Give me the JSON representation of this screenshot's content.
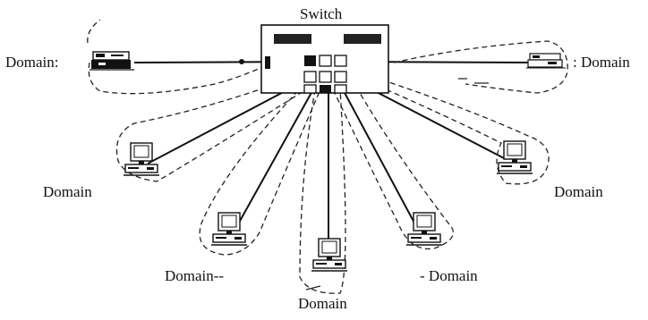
{
  "switch": {
    "label": "Switch"
  },
  "domains": [
    {
      "id": "left-server",
      "label": "Domain:"
    },
    {
      "id": "right-server",
      "label": ": Domain"
    },
    {
      "id": "pc-far-left",
      "label": "Domain"
    },
    {
      "id": "pc-mid-left",
      "label": "Domain--"
    },
    {
      "id": "pc-center",
      "label": "Domain"
    },
    {
      "id": "pc-mid-right",
      "label": "- Domain"
    },
    {
      "id": "pc-far-right",
      "label": "Domain"
    }
  ],
  "colors": {
    "line": "#111111",
    "domain_boundary": "#222222",
    "switch_port_fill": "#ffffff",
    "switch_bar_fill": "#222222"
  },
  "icons": {
    "server": "server-icon",
    "computer": "computer-icon",
    "switch": "switch-icon"
  }
}
